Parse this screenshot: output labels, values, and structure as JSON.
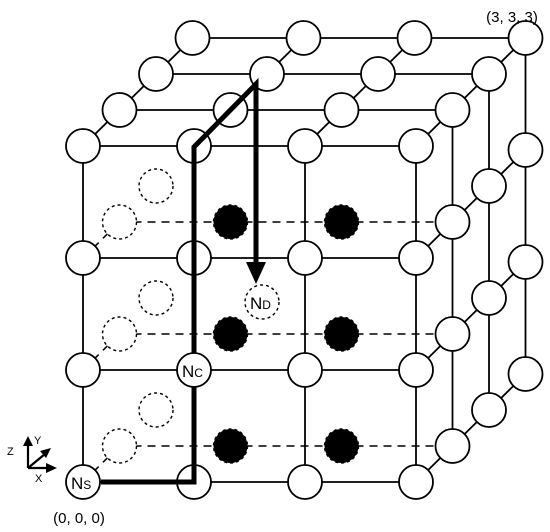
{
  "labels": {
    "corner_far": "(3, 3, 3)",
    "corner_origin": "(0, 0, 0)"
  },
  "nodes": {
    "source": {
      "main": "N",
      "sub": "S"
    },
    "corner": {
      "main": "N",
      "sub": "C"
    },
    "destination": {
      "main": "N",
      "sub": "D"
    }
  },
  "axes": {
    "x": "X",
    "y": "Y",
    "z": "Z"
  },
  "colors": {
    "line": "#000000",
    "node_fill": "#ffffff",
    "blocked_fill": "#000000"
  }
}
